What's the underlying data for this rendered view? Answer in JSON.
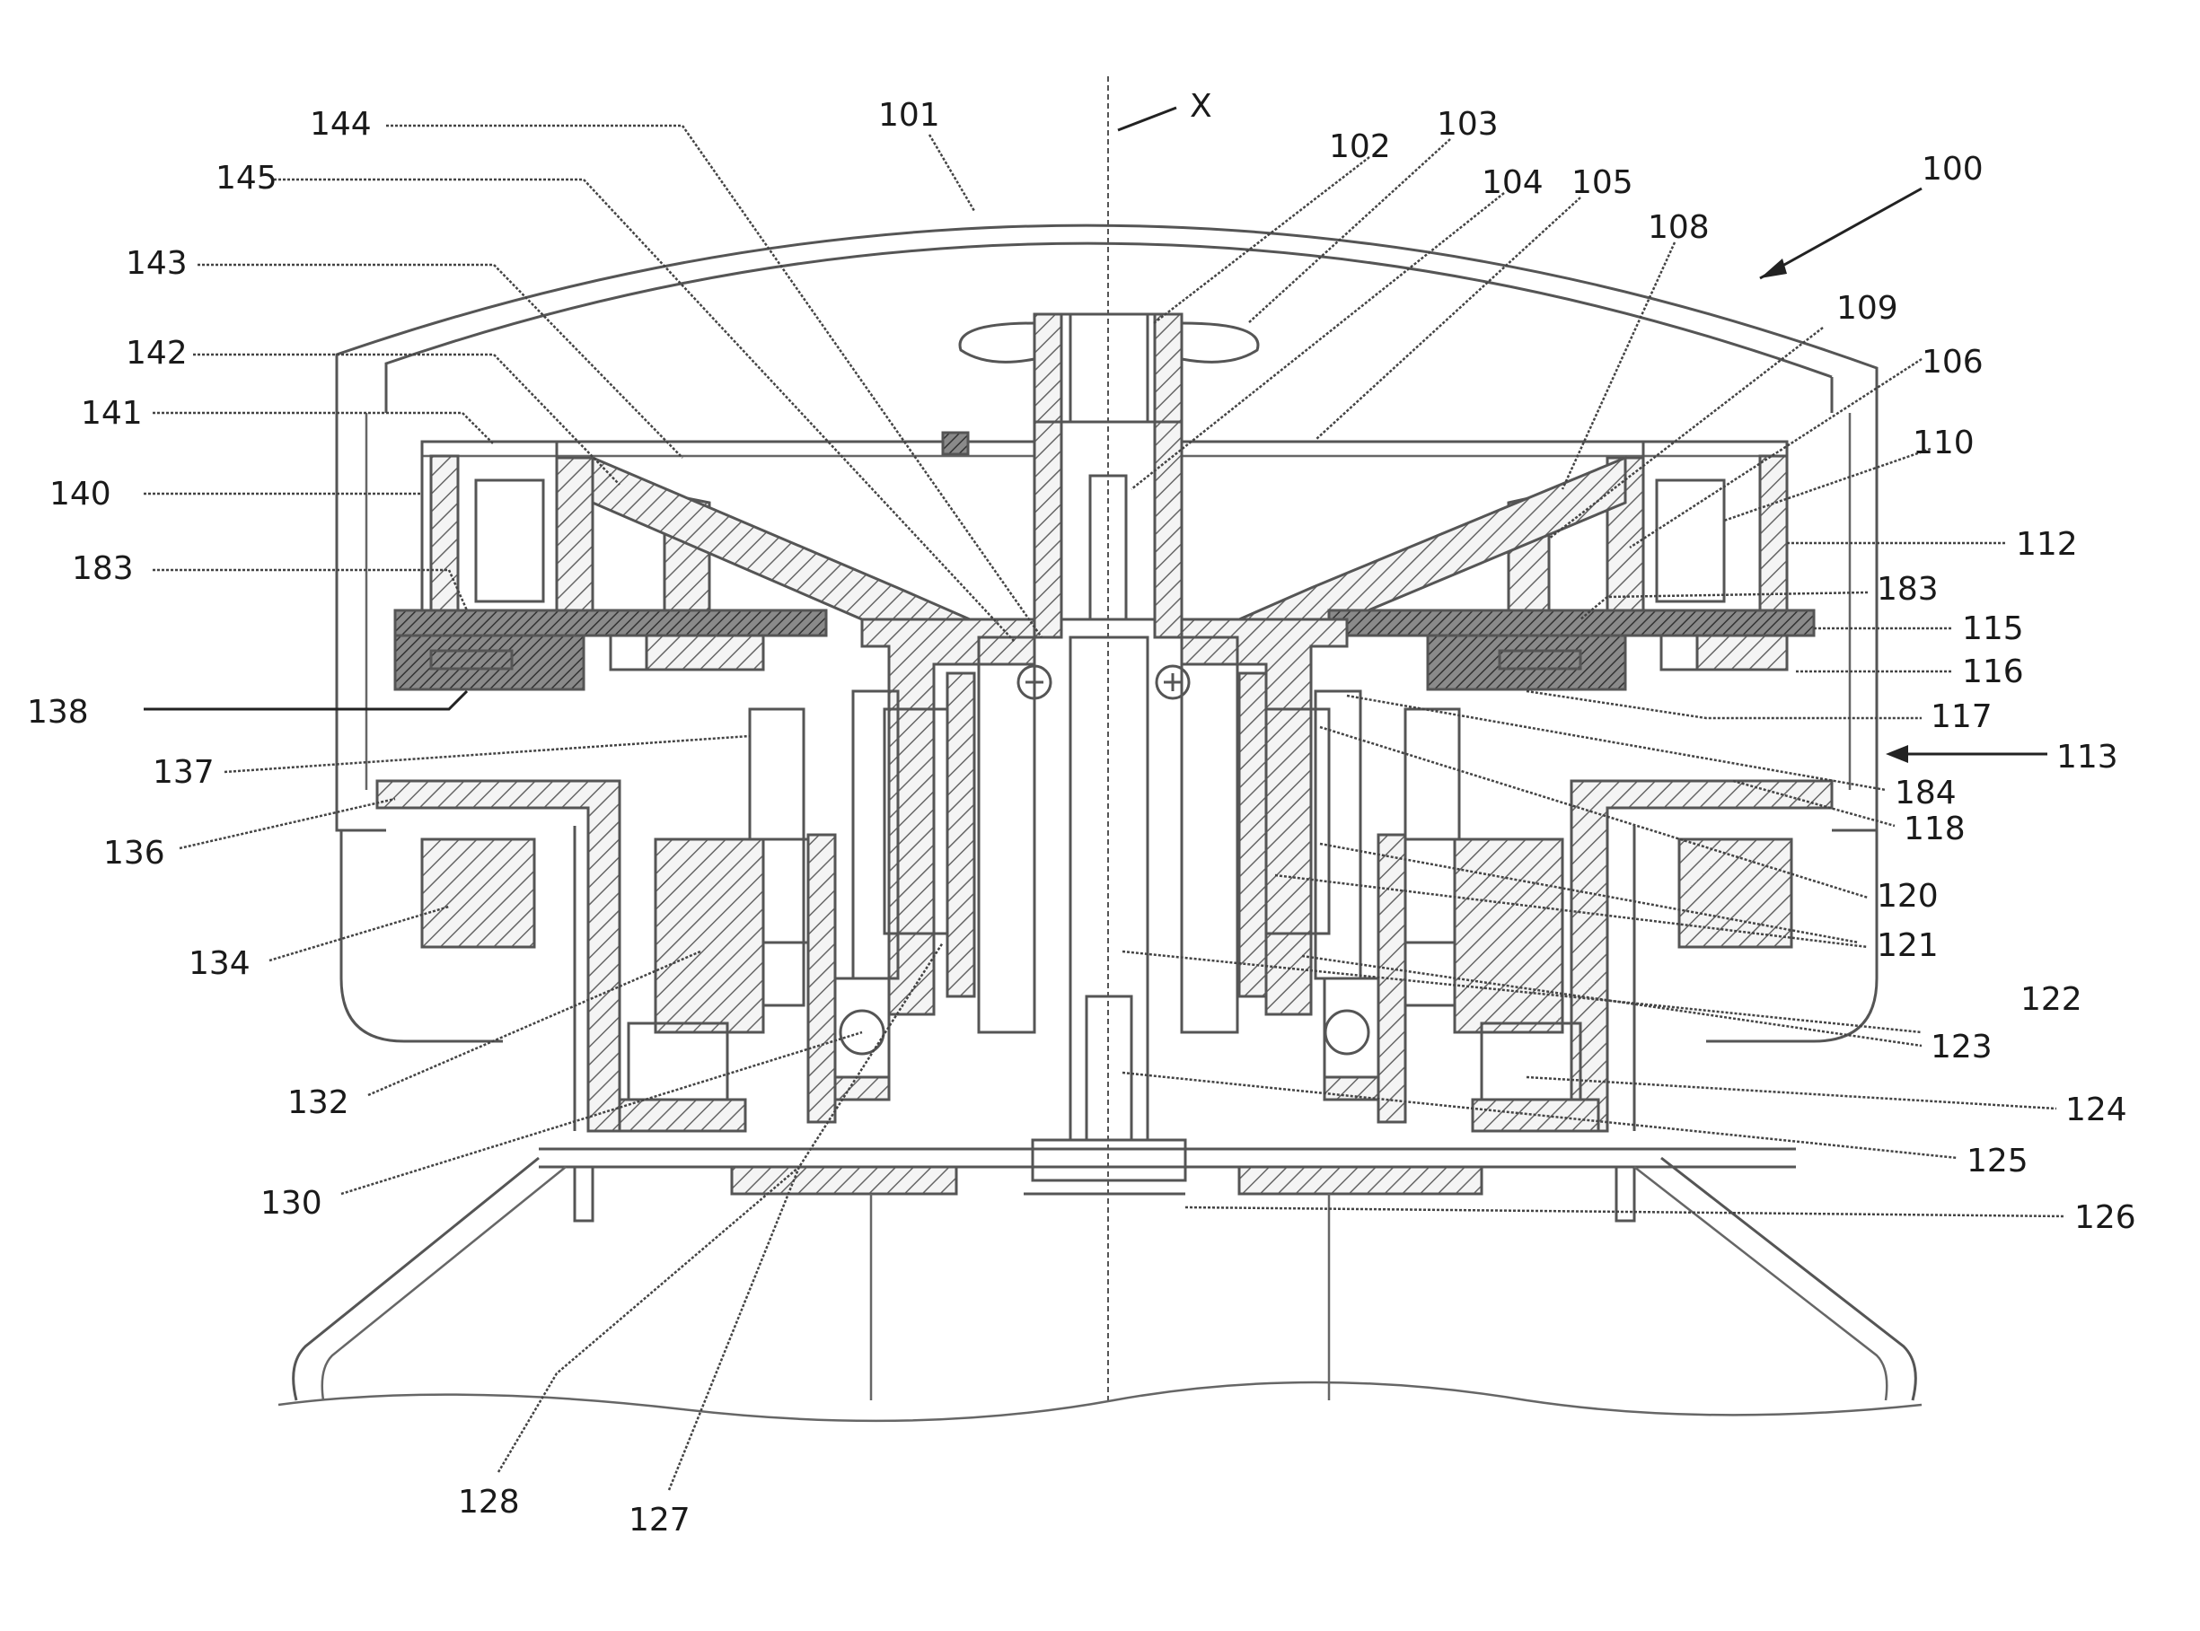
{
  "axis_label": "X",
  "callouts": [
    {
      "id": "101",
      "text": "101"
    },
    {
      "id": "102",
      "text": "102"
    },
    {
      "id": "103",
      "text": "103"
    },
    {
      "id": "104",
      "text": "104"
    },
    {
      "id": "105",
      "text": "105"
    },
    {
      "id": "108",
      "text": "108"
    },
    {
      "id": "100",
      "text": "100"
    },
    {
      "id": "109",
      "text": "109"
    },
    {
      "id": "106",
      "text": "106"
    },
    {
      "id": "110",
      "text": "110"
    },
    {
      "id": "112",
      "text": "112"
    },
    {
      "id": "183r",
      "text": "183"
    },
    {
      "id": "115",
      "text": "115"
    },
    {
      "id": "116",
      "text": "116"
    },
    {
      "id": "117",
      "text": "117"
    },
    {
      "id": "113",
      "text": "113"
    },
    {
      "id": "184",
      "text": "184"
    },
    {
      "id": "118",
      "text": "118"
    },
    {
      "id": "120",
      "text": "120"
    },
    {
      "id": "121",
      "text": "121"
    },
    {
      "id": "122",
      "text": "122"
    },
    {
      "id": "123",
      "text": "123"
    },
    {
      "id": "124",
      "text": "124"
    },
    {
      "id": "125",
      "text": "125"
    },
    {
      "id": "126",
      "text": "126"
    },
    {
      "id": "144",
      "text": "144"
    },
    {
      "id": "145",
      "text": "145"
    },
    {
      "id": "143",
      "text": "143"
    },
    {
      "id": "142",
      "text": "142"
    },
    {
      "id": "141",
      "text": "141"
    },
    {
      "id": "140",
      "text": "140"
    },
    {
      "id": "183l",
      "text": "183"
    },
    {
      "id": "138",
      "text": "138"
    },
    {
      "id": "137",
      "text": "137"
    },
    {
      "id": "136",
      "text": "136"
    },
    {
      "id": "134",
      "text": "134"
    },
    {
      "id": "132",
      "text": "132"
    },
    {
      "id": "130",
      "text": "130"
    },
    {
      "id": "128",
      "text": "128"
    },
    {
      "id": "127",
      "text": "127"
    }
  ]
}
